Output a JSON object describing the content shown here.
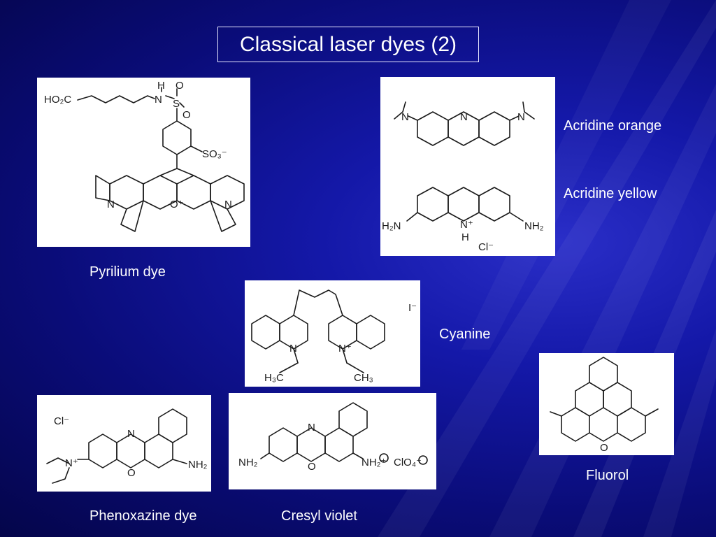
{
  "slide": {
    "title": "Classical laser dyes (2)"
  },
  "labels": {
    "pyrilium": "Pyrilium dye",
    "acridine_orange": "Acridine orange",
    "acridine_yellow": "Acridine yellow",
    "cyanine": "Cyanine",
    "phenoxazine": "Phenoxazine dye",
    "cresyl_violet": "Cresyl violet",
    "fluorol": "Fluorol"
  },
  "structure_text": {
    "pyrilium": [
      "HO₂C",
      "N",
      "H",
      "S",
      "O",
      "O",
      "SO₃⁻",
      "N",
      "O⁺",
      "N"
    ],
    "acridine_orange": [
      "N",
      "N",
      "N"
    ],
    "acridine_yellow": [
      "H₂N",
      "N⁺",
      "H",
      "NH₂",
      "Cl⁻"
    ],
    "cyanine": [
      "I⁻",
      "N⁺",
      "N",
      "H₃C",
      "CH₃"
    ],
    "phenoxazine": [
      "Cl⁻",
      "N⁺",
      "N",
      "O",
      "NH₂"
    ],
    "cresyl_violet": [
      "NH₂",
      "N",
      "O",
      "NH₂⁺",
      "ClO₄⁻"
    ],
    "fluorol": [
      "O"
    ]
  }
}
